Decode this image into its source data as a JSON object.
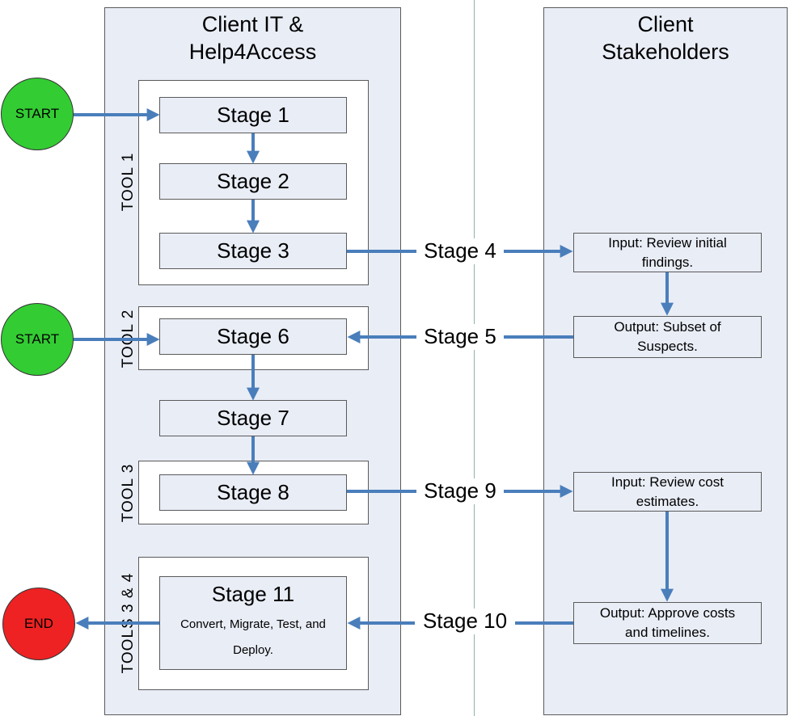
{
  "lanes": {
    "left_title": "Client IT &\nHelp4Access",
    "right_title": "Client\nStakeholders"
  },
  "terminals": {
    "start_1": "START",
    "start_2": "START",
    "end": "END"
  },
  "colors": {
    "start": "#33cc33",
    "end": "#ee2222",
    "arrow": "#4a7ebb",
    "lane_fill": "#e9edf6"
  },
  "tools": {
    "tool_1": "TOOL 1",
    "tool_2": "TOOL 2",
    "tool_3": "TOOL 3",
    "tools_3_4": "TOOLS 3 & 4"
  },
  "stages": {
    "s1": "Stage 1",
    "s2": "Stage 2",
    "s3": "Stage 3",
    "s4": "Stage 4",
    "s5": "Stage 5",
    "s6": "Stage 6",
    "s7": "Stage 7",
    "s8": "Stage 8",
    "s9": "Stage 9",
    "s10": "Stage 10",
    "s11": "Stage 11",
    "s11_desc": "Convert, Migrate, Test, and Deploy."
  },
  "client_boxes": {
    "input_review_initial": "Input: Review initial\nfindings.",
    "output_subset": "Output: Subset of\nSuspects.",
    "input_review_cost": "Input: Review cost\nestimates.",
    "output_approve": "Output: Approve costs\nand timelines."
  }
}
